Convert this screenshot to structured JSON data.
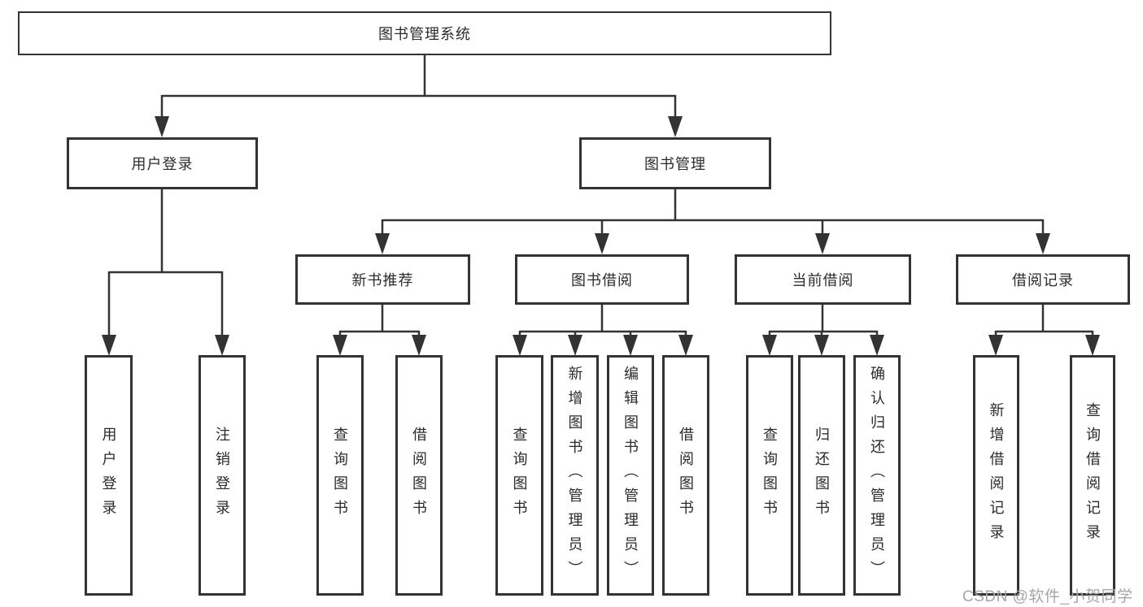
{
  "tree": {
    "root": {
      "label": "图书管理系统"
    },
    "branches": [
      {
        "label": "用户登录",
        "children": [
          {
            "label": "用户登录"
          },
          {
            "label": "注销登录"
          }
        ]
      },
      {
        "label": "图书管理",
        "children": [
          {
            "label": "新书推荐",
            "children": [
              {
                "label": "查询图书"
              },
              {
                "label": "借阅图书"
              }
            ]
          },
          {
            "label": "图书借阅",
            "children": [
              {
                "label": "查询图书"
              },
              {
                "label": "新增图书（管理员）"
              },
              {
                "label": "编辑图书（管理员）"
              },
              {
                "label": "借阅图书"
              }
            ]
          },
          {
            "label": "当前借阅",
            "children": [
              {
                "label": "查询图书"
              },
              {
                "label": "归还图书"
              },
              {
                "label": "确认归还（管理员）"
              }
            ]
          },
          {
            "label": "借阅记录",
            "children": [
              {
                "label": "新增借阅记录"
              },
              {
                "label": "查询借阅记录"
              }
            ]
          }
        ]
      }
    ]
  },
  "watermark": "CSDN @软件_小贺同学",
  "colors": {
    "line": "#333333",
    "text": "#2b2b2b",
    "background": "#ffffff",
    "watermark": "#a6a6a6"
  }
}
